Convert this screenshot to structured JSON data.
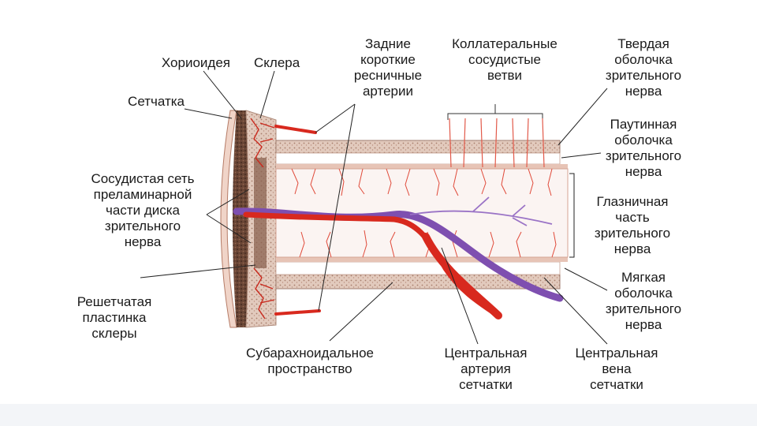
{
  "labels": {
    "choroid": "Хориоидея",
    "sclera": "Склера",
    "retina": "Сетчатка",
    "posterior_ciliary": "Задние\nкороткие\nресничные\nартерии",
    "collateral": "Коллатеральные\nсосудистые\nветви",
    "dura": "Твердая\nоболочка\nзрительного\nнерва",
    "arachnoid": "Паутинная\nоболочка\nзрительного\nнерва",
    "prelaminar": "Сосудистая сеть\nпреламинарной\nчасти диска\nзрительного\nнерва",
    "orbital": "Глазничная\nчасть\nзрительного\nнерва",
    "pia": "Мягкая\nоболочка\nзрительного\nнерва",
    "lamina": "Решетчатая\nпластинка\nсклеры",
    "subarachnoid": "Субарахноидальное\nпространство",
    "central_artery": "Центральная\nартерия\nсетчатки",
    "central_vein": "Центральная\nвена\nсетчатки"
  },
  "colors": {
    "artery": "#d8291e",
    "vein": "#7e4fb0",
    "sheath": "#c9a899",
    "sclera": "#dcc3b4",
    "text": "#1a1a1a"
  }
}
